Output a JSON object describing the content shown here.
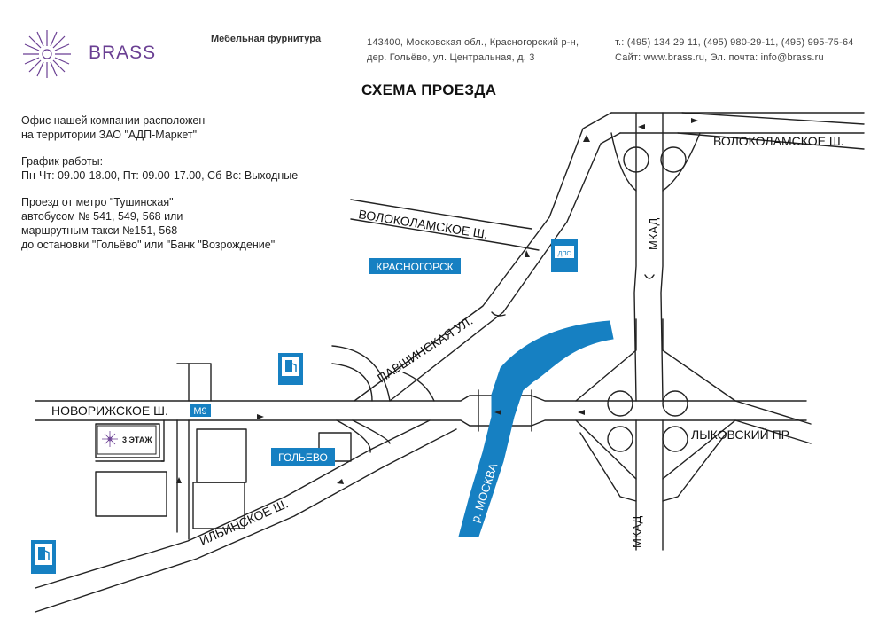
{
  "header": {
    "brand_name": "BRASS",
    "tagline": "Мебельная фурнитура",
    "address_line1": "143400, Московская обл.,  Красногорский р-н,",
    "address_line2": "дер. Гольёво, ул. Центральная, д. 3",
    "phones": "т.: (495) 134 29 11, (495) 980-29-11, (495) 995-75-64",
    "web_email": "Сайт: www.brass.ru, Эл. почта: info@brass.ru"
  },
  "title": "СХЕМА ПРОЕЗДА",
  "info": {
    "office_line1": "Офис нашей компании расположен",
    "office_line2": "на территории ЗАО \"АДП-Маркет\"",
    "schedule_title": "График работы:",
    "schedule": "Пн-Чт: 09.00-18.00, Пт: 09.00-17.00, Сб-Вс: Выходные",
    "route_line1": "Проезд от метро \"Тушинская\"",
    "route_line2": "автобусом № 541, 549, 568 или",
    "route_line3": "маршрутным такси №151, 568",
    "route_line4": "до остановки \"Гольёво\" или \"Банк \"Возрождение\""
  },
  "map": {
    "roads": {
      "volokolamskoe_right": "ВОЛОКОЛАМСКОЕ Ш.",
      "volokolamskoe_left": "ВОЛОКОЛАМСКОЕ Ш.",
      "mkad_top": "МКАД",
      "mkad_bottom": "МКАД",
      "pavshinskaya": "ПАВШИНСКАЯ УЛ.",
      "novorizhskoe": "НОВОРИЖСКОЕ Ш.",
      "m9": "М9",
      "lykovsky": "ЛЫКОВСКИЙ ПР.",
      "ilinskoe": "ИЛЬИНСКОЕ Ш."
    },
    "places": {
      "krasnogorsk": "КРАСНОГОРСК",
      "golevo": "ГОЛЬЕВО",
      "river": "р. МОСКВА",
      "office_label": "3 ЭТАЖ",
      "dps": "ДПС"
    },
    "colors": {
      "accent_blue": "#1680c2",
      "road_line": "#222222",
      "brand_purple": "#6a3f93"
    },
    "icons": [
      "brass-logo-icon",
      "fuel-station-icon",
      "traffic-police-icon",
      "direction-arrow-icon"
    ]
  }
}
